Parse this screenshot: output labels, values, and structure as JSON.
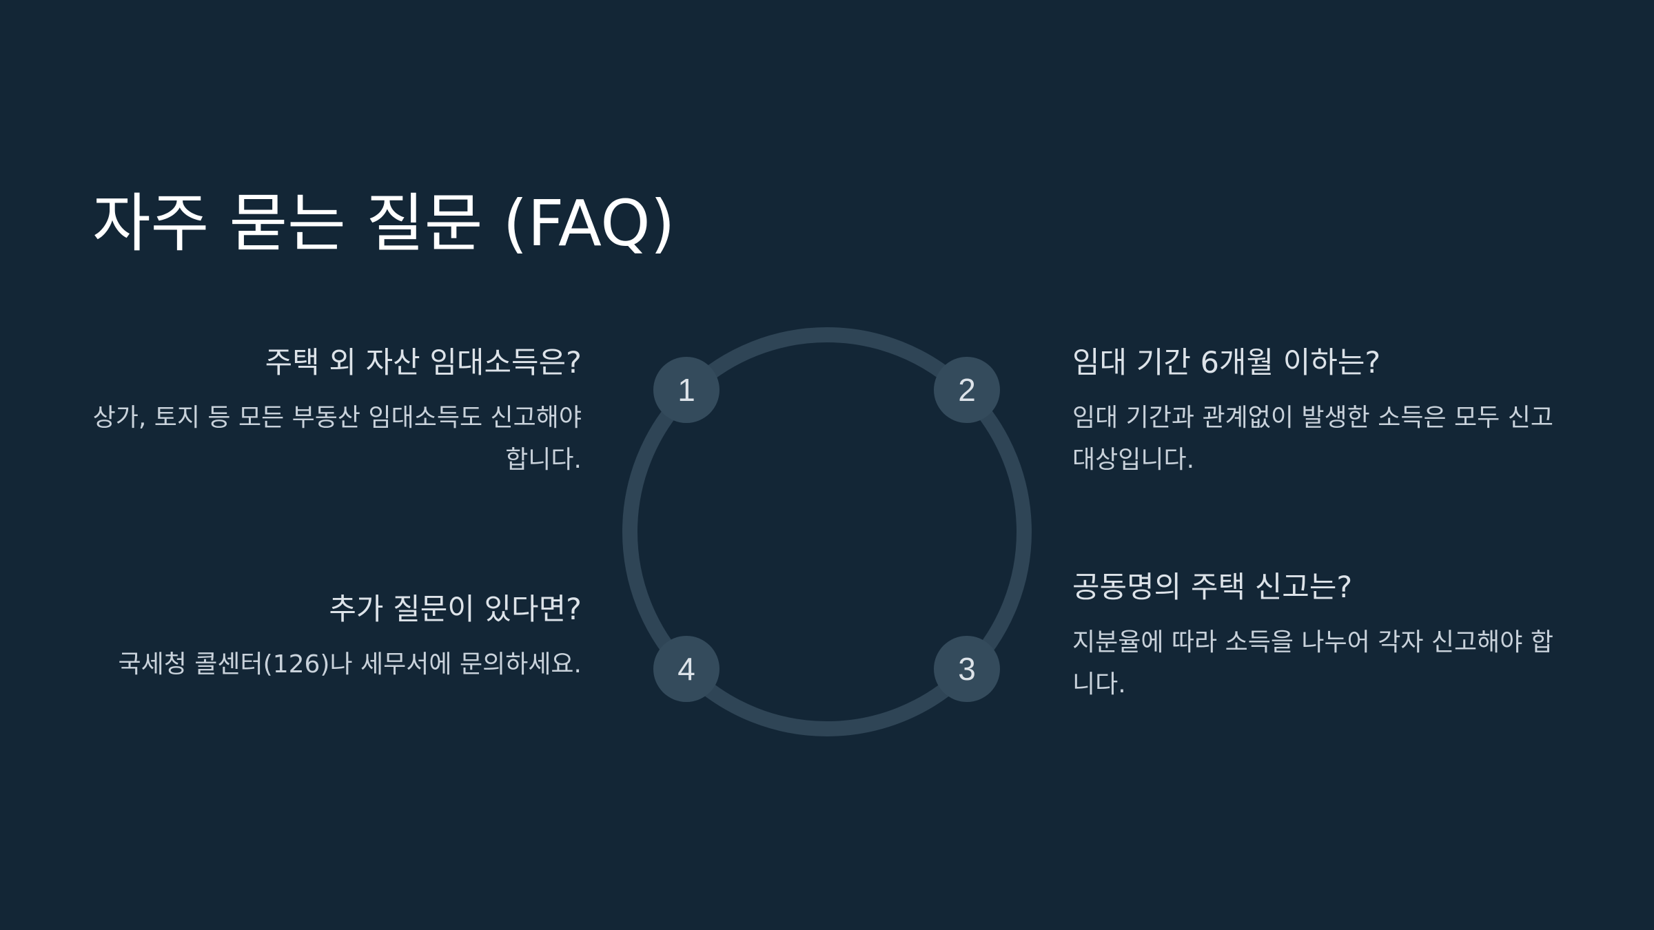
{
  "slide": {
    "title": "자주 묻는 질문 (FAQ)"
  },
  "colors": {
    "background": "#132636",
    "ring": "#2f4556",
    "node_fill": "#344b5c",
    "title_text": "#ffffff",
    "body_text": "#dde3e9"
  },
  "cycle": {
    "nodes": [
      {
        "number": "1"
      },
      {
        "number": "2"
      },
      {
        "number": "3"
      },
      {
        "number": "4"
      }
    ]
  },
  "faq": [
    {
      "number": "1",
      "question": "주택 외 자산 임대소득은?",
      "answer": "상가, 토지 등 모든 부동산 임대소득도 신고해야 합니다."
    },
    {
      "number": "2",
      "question": "임대 기간 6개월 이하는?",
      "answer": "임대 기간과 관계없이 발생한 소득은 모두 신고 대상입니다."
    },
    {
      "number": "3",
      "question": "공동명의 주택 신고는?",
      "answer": "지분율에 따라 소득을 나누어 각자 신고해야 합니다."
    },
    {
      "number": "4",
      "question": "추가 질문이 있다면?",
      "answer": "국세청 콜센터(126)나 세무서에 문의하세요."
    }
  ]
}
